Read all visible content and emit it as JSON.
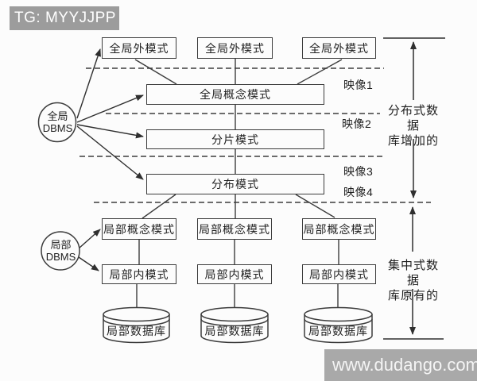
{
  "header": {
    "tag": "TG: MYYJJPP"
  },
  "watermark": {
    "url_text": "www.dudango.com"
  },
  "colors": {
    "header_bg": "#9c9c9c",
    "watermark_bg": "#a9a9a9",
    "line": "#3c3c3c",
    "background": "#fcfcfc"
  },
  "diagram": {
    "global_external_schemas": [
      "全局外模式",
      "全局外模式",
      "全局外模式"
    ],
    "global_conceptual_schema": "全局概念模式",
    "fragmentation_schema": "分片模式",
    "distribution_schema": "分布模式",
    "local_conceptual_schemas": [
      "局部概念模式",
      "局部概念模式",
      "局部概念模式"
    ],
    "local_internal_schemas": [
      "局部内模式",
      "局部内模式",
      "局部内模式"
    ],
    "local_databases": [
      "局部数据库",
      "局部数据库",
      "局部数据库"
    ],
    "global_dbms": {
      "line1": "全局",
      "line2": "DBMS"
    },
    "local_dbms": {
      "line1": "局部",
      "line2": "DBMS"
    },
    "mappings": [
      "映像1",
      "映像2",
      "映像3",
      "映像4"
    ],
    "right_annotations": {
      "distributed": {
        "line1": "分布式数据",
        "line2": "库增加的"
      },
      "centralized": {
        "line1": "集中式数据",
        "line2": "库原有的"
      }
    }
  }
}
